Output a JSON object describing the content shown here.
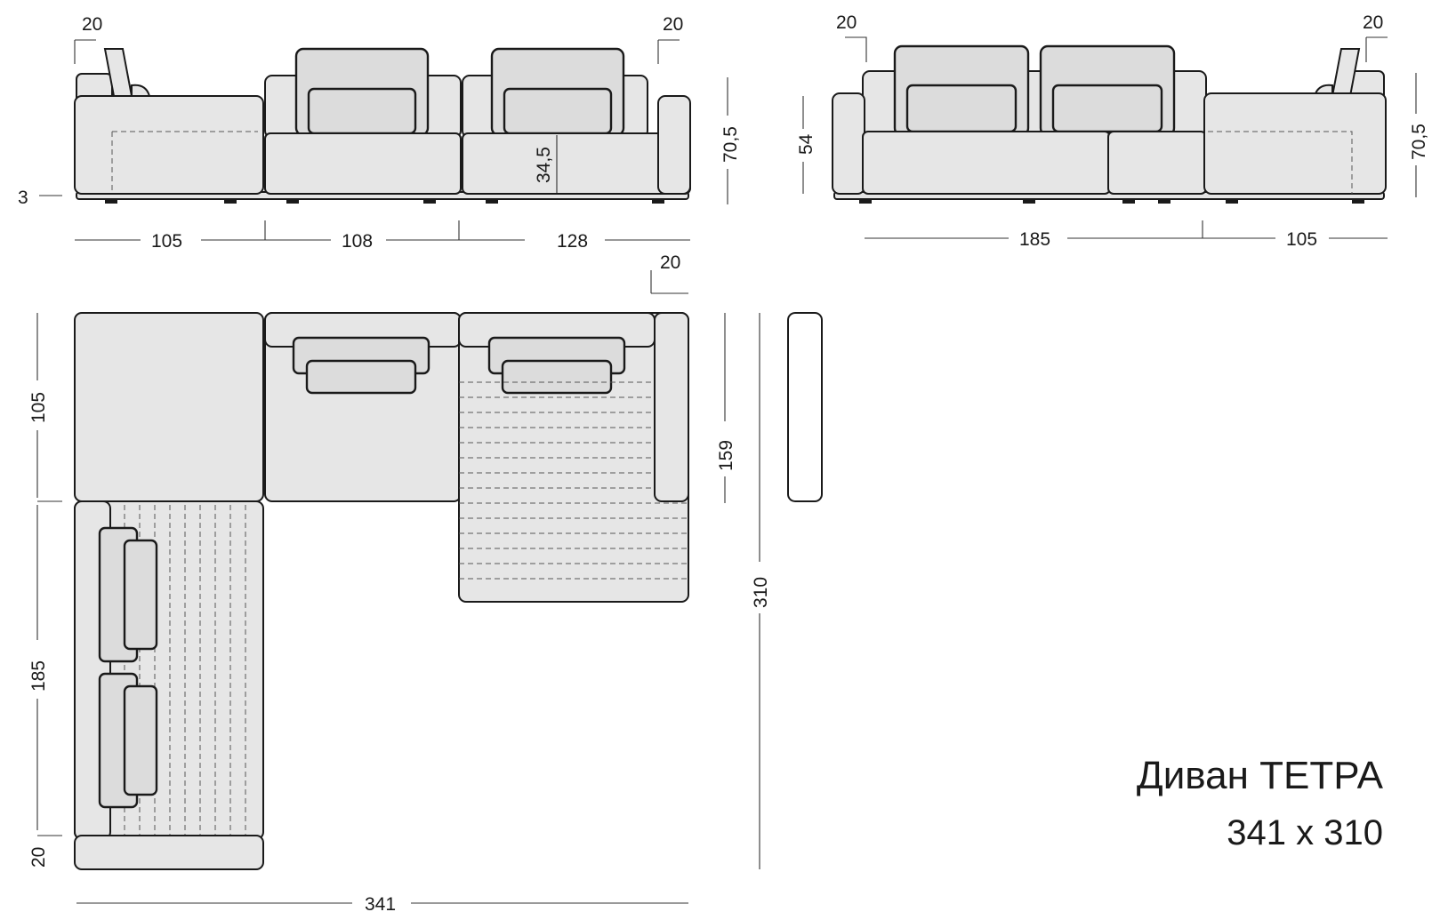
{
  "title": "Диван ТЕТРА",
  "size": "341 x 310",
  "front_view": {
    "left_arm_offset": "20",
    "right_arm_offset": "20",
    "base_offset": "3",
    "height": "70,5",
    "seat_height": "34,5",
    "widths": [
      "105",
      "108",
      "128"
    ]
  },
  "side_view": {
    "left_arm_offset": "20",
    "right_arm_offset": "20",
    "arm_height": "54",
    "height": "70,5",
    "widths": [
      "185",
      "105"
    ]
  },
  "plan_view": {
    "arm_offset": "20",
    "depth_upper": "105",
    "depth_lower": "185",
    "depth_bottom": "20",
    "chaise_depth": "159",
    "total_depth": "310",
    "total_width": "341"
  }
}
